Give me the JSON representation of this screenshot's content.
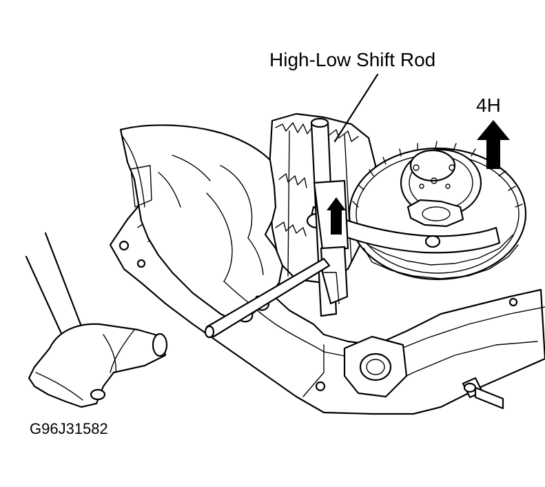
{
  "labels": {
    "shift_rod": "High-Low Shift Rod",
    "mode": "4H",
    "figure_code": "G96J31582"
  },
  "colors": {
    "ink": "#000000",
    "paper": "#ffffff"
  }
}
